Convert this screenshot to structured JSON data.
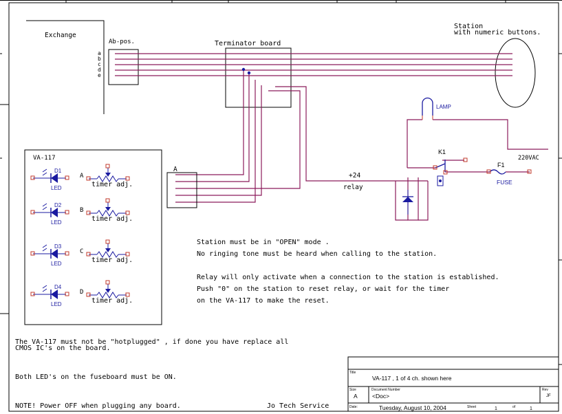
{
  "blocks": {
    "exchange": "Exchange",
    "ab_pos": "Ab-pos.",
    "ab_lines": [
      "a",
      "b",
      "c",
      "d",
      "e"
    ],
    "terminator": "Terminator board",
    "station_line1": "Station",
    "station_line2": "with numeric buttons.",
    "a_block": "A",
    "lamp": "LAMP",
    "k1": "K1",
    "f1": "F1",
    "fuse": "FUSE",
    "v220": "220VAC",
    "plus24": "+24",
    "relay": "relay"
  },
  "va117": {
    "title": "VA-117",
    "channels": [
      {
        "diode": "D1",
        "led": "LED",
        "letter": "A",
        "pot": "timer adj."
      },
      {
        "diode": "D2",
        "led": "LED",
        "letter": "B",
        "pot": "timer adj."
      },
      {
        "diode": "D3",
        "led": "LED",
        "letter": "C",
        "pot": "timer adj."
      },
      {
        "diode": "D4",
        "led": "LED",
        "letter": "D",
        "pot": "timer adj."
      }
    ]
  },
  "notes": {
    "n1": "Station must be in \"OPEN\" mode .",
    "n2": "No ringing tone must be heard when calling to the station.",
    "n3": "Relay will only activate when a connection to the station is established.",
    "n4": "Push \"0\" on the station to reset relay, or wait for the timer",
    "n5": "on the VA-117 to make the reset.",
    "hot1": "The VA-117 must not be \"hotplugged\" , if done you have replace all",
    "hot2": "CMOS  IC's on the board.",
    "led_note": "Both LED's on the fuseboard must be ON.",
    "power": "NOTE!  Power OFF when plugging any board.",
    "company": "Jo Tech Service"
  },
  "titleblock": {
    "title_label": "Title",
    "title": "VA-117 ,  1 of 4 ch. shown here",
    "size_label": "Size",
    "size": "A",
    "docnum_label": "Document Number",
    "docnum": "<Doc>",
    "rev_label": "Rev",
    "rev": "JF",
    "date_label": "Date:",
    "date": "Tuesday, August 10, 2004",
    "sheet_label": "Sheet",
    "sheet": "1",
    "of_label": "of",
    "of": "1"
  },
  "colors": {
    "wire": "#8b1a5a",
    "component": "#1a1aa0",
    "pin": "#c0392b"
  }
}
